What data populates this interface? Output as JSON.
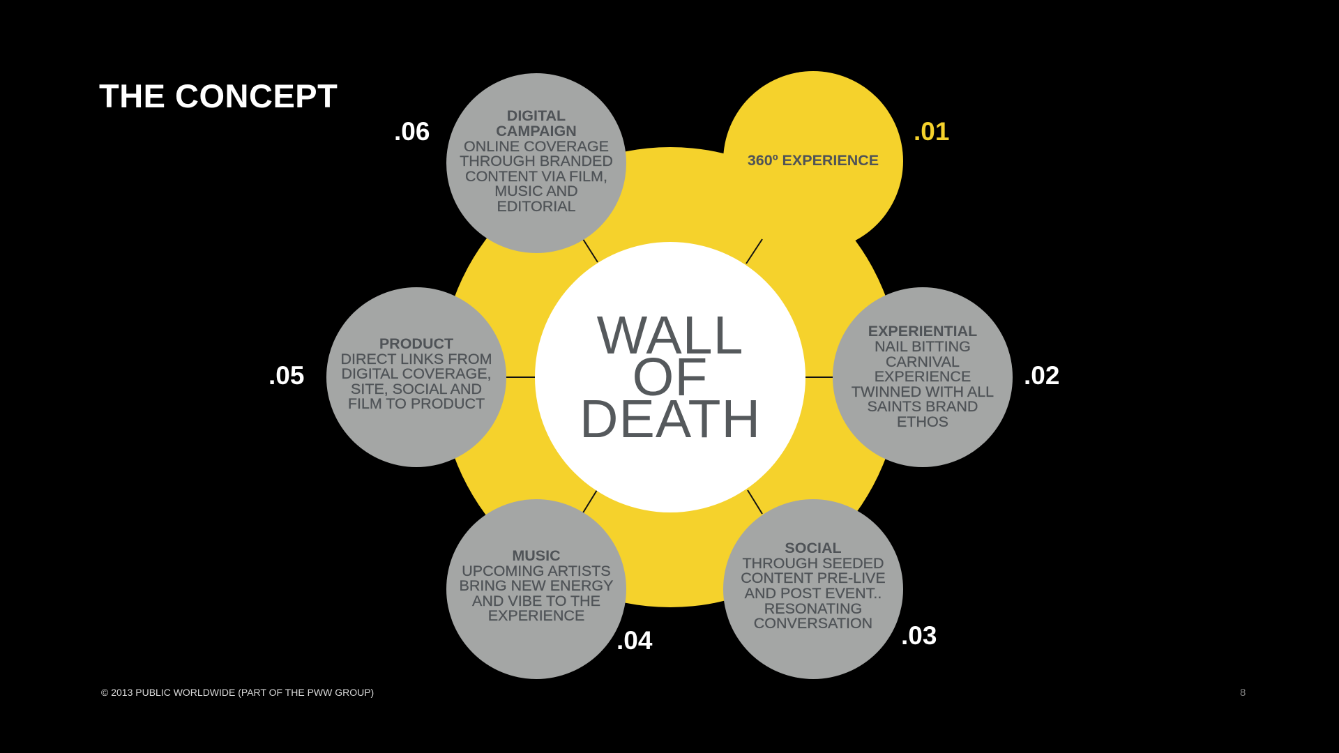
{
  "slide": {
    "title": "THE CONCEPT",
    "footer": "© 2013 PUBLIC WORLDWIDE (PART OF THE PWW GROUP)",
    "page_number": "8"
  },
  "center": {
    "lines": [
      "WALL",
      "OF",
      "DEATH"
    ]
  },
  "nodes": [
    {
      "number": ".01",
      "heading": "360º EXPERIENCE",
      "description": ""
    },
    {
      "number": ".02",
      "heading": "EXPERIENTIAL",
      "description": "NAIL BITTING\nCARNIVAL\nEXPERIENCE\nTWINNED WITH ALL\nSAINTS BRAND\nETHOS"
    },
    {
      "number": ".03",
      "heading": "SOCIAL",
      "description": "THROUGH SEEDED\nCONTENT PRE-LIVE\nAND POST EVENT..\nRESONATING\nCONVERSATION"
    },
    {
      "number": ".04",
      "heading": "MUSIC",
      "description": "UPCOMING ARTISTS\nBRING NEW ENERGY\nAND VIBE TO THE\nEXPERIENCE"
    },
    {
      "number": ".05",
      "heading": "PRODUCT",
      "description": "DIRECT LINKS FROM\nDIGITAL COVERAGE,\nSITE, SOCIAL AND\nFILM TO PRODUCT"
    },
    {
      "number": ".06",
      "heading": "DIGITAL\nCAMPAIGN",
      "description": "ONLINE COVERAGE\nTHROUGH BRANDED\nCONTENT VIA FILM,\nMUSIC AND\nEDITORIAL"
    }
  ],
  "colors": {
    "background": "#000000",
    "ring": "#f5d22c",
    "node_default": "#a4a6a5",
    "node_highlight": "#f5d22c",
    "center": "#ffffff",
    "text_dark": "#4f5357",
    "accent_number": "#f5d22c"
  }
}
